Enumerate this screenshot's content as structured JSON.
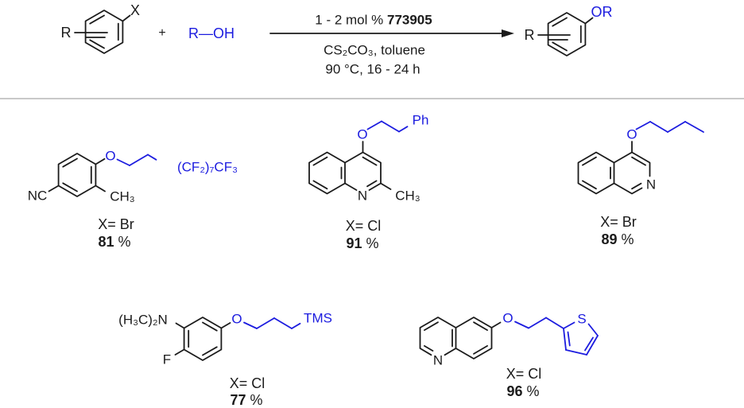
{
  "colors": {
    "fragment_blue": "#1c1cdf",
    "ink": "#1b1b1b",
    "divider": "#c9c9c9"
  },
  "scheme": {
    "reactant_r": "R",
    "reactant_x": "X",
    "plus": "+",
    "alcohol": "R—OH",
    "conditions": {
      "line1_prefix": "1 - 2 mol % ",
      "catalyst": "773905",
      "line2": "CS₂CO₃, toluene",
      "line3": "90 °C, 16 - 24 h"
    },
    "product_r": "R",
    "product_or": "OR"
  },
  "examples": [
    {
      "atoms": {
        "nitrile": "NC",
        "oxygen": "O",
        "chain": "(CF₂)₇CF₃",
        "methyl": "CH₃"
      },
      "x_label": "X= Br",
      "yield": "81",
      "percent": " %"
    },
    {
      "atoms": {
        "oxygen": "O",
        "phenyl": "Ph",
        "nitrogen": "N",
        "methyl": "CH₃"
      },
      "x_label": "X= Cl",
      "yield": "91",
      "percent": " %"
    },
    {
      "atoms": {
        "oxygen": "O",
        "nitrogen": "N"
      },
      "x_label": "X= Br",
      "yield": "89",
      "percent": " %"
    },
    {
      "atoms": {
        "amine": "(H₃C)₂N",
        "fluorine": "F",
        "oxygen": "O",
        "tms": "TMS"
      },
      "x_label": "X= Cl",
      "yield": "77",
      "percent": " %"
    },
    {
      "atoms": {
        "nitrogen": "N",
        "oxygen": "O",
        "sulfur": "S"
      },
      "x_label": "X= Cl",
      "yield": "96",
      "percent": " %"
    }
  ]
}
